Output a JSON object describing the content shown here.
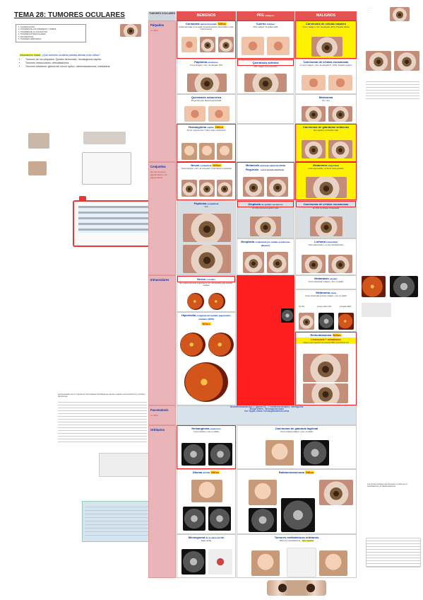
{
  "title": "TEMA 28: TUMORES OCULARES",
  "toc": [
    "1. CLASIFICACIÓN",
    "2. TUMORES DE LOS PÁRPADOS Y ÓRBITA",
    "3. TUMORES DE LA CONJUNTIVA",
    "4. TUMORES INTRAOCULARES",
    "5. FACOMATOSIS",
    "6. TUMORES ORBITARIOS"
  ],
  "intro": {
    "highlight": "Información Inicial:",
    "question": "¿Qué tumores oculares puedes afectar a los niños?",
    "bullets": [
      "Tumores de los párpados: Quistes dermoides, hemangioma capilar.",
      "Tumores intraoculares: retinoblastoma.",
      "Tumores orbitarios: glioma del nervio óptico, rabdomiosarcoma, metástasis."
    ]
  },
  "table": {
    "col0": "TUMORES OCULARES",
    "benign": "BENIGNOS",
    "pre": "PRE",
    "pre_sub": "malignos",
    "malign": "MALIGNOS"
  },
  "rows": {
    "parpados": {
      "label": "Párpados",
      "sub": "en niños"
    },
    "conjuntiva": {
      "label": "Conjuntiva",
      "sub": "(D) con tumores pigmentados y no pigmentados"
    },
    "intraoculares": {
      "label": "Intraoculares"
    },
    "facomatosis": {
      "label": "Facomatosis",
      "sub": "en niños"
    },
    "orbitarios": {
      "label": "Orbitarios"
    }
  },
  "cells": {
    "coristoma": {
      "title": "Coristoma",
      "sub": "quiste dermoide",
      "tag": "Niños",
      "text": "Quiste dermoide: en la región temporal superior de la órbita y el ojo más frecuente"
    },
    "cuerno": {
      "title": "Cuerno",
      "sub": "cutáneo",
      "text": "25% maligno: Ca epidermoide"
    },
    "basales": {
      "title": "Carcinoma de células basales",
      "text": "Tumor maligno + frec. de párpado (90%). Párpado inferior"
    },
    "papiloma_p": {
      "title": "Papiloma",
      "sub": "escamoso",
      "text": "Tumor benigno + frec. de párpado: VPH"
    },
    "queratosis": {
      "title": "Queratosis actínica",
      "text": "20% maligno (Ca escamoso)"
    },
    "escamosas_p": {
      "title": "Carcinoma de células escamosas",
      "text": "2º tumor maligno + frec. de párpado (5 - 10%). Párpado superior"
    },
    "seborreica": {
      "title": "Queratosis seborreica",
      "text": "Proyección piel, discreta pigmentada"
    },
    "melanoma_p": {
      "title": "Melanoma",
      "text": "1% + frec"
    },
    "hemangioma": {
      "title": "Hemangioma",
      "sub": "capilar",
      "tag": "Niños",
      "text": "Sin tto: regresa a los 7 años. Antes: propranolol"
    },
    "sebaceo": {
      "title": "Carcinoma de glándulas sebáceas",
      "text": "Muy agresivo, pronóstico malo"
    },
    "nevus_c": {
      "title": "Nevus",
      "sub": "conjuntival",
      "tag": "Niños",
      "text": "Tumor benigno + frec. de conjuntiva. Crecimiento en pubertad"
    },
    "melanosis": {
      "title": "Melanosis",
      "sub": "primaria adquirida (PAM)"
    },
    "melanoma_c": {
      "title": "Melanoma",
      "sub": "conjuntival",
      "text": "Limbo pigmentado, cerca de vasos grandes"
    },
    "pingueca": {
      "title": "Pinguécula",
      "text": "Lesión elevada amarillenta"
    },
    "papiloma_c": {
      "title": "Papiloma",
      "sub": "conjuntival",
      "text": "VPH"
    },
    "displasia": {
      "title": "Displasia",
      "sub": "de epitelio escamoso",
      "text": "En 30% carcinoma epidermoide"
    },
    "escamosas_c": {
      "title": "Carcinoma de células escamosas",
      "text": "En 30% con Bowen intraepitelial"
    },
    "neoplasia": {
      "title": "Neoplasia",
      "sub": "conjuntival por células escamosas (Bowen)"
    },
    "linfoma": {
      "title": "Linfoma",
      "sub": "conjuntival",
      "text": "Color asalmonado y no hay vascularización"
    },
    "nevus_i": {
      "title": "Nevus",
      "sub": "coroideo",
      "text": "En melanoma uveal, seguimiento con retinografías para detectar cambios"
    },
    "metastasis": {
      "title": "Metástasis",
      "sub": "uveales",
      "text": "Tumor intraocular maligno + frec. en adulto"
    },
    "melanoma_u": {
      "title": "Melanoma",
      "sub": "uveal",
      "text": "Tumor intraocular primario maligno + frec en adulto"
    },
    "iris": {
      "title": "Iris 5%"
    },
    "ciliar": {
      "title": "Cuerpo ciliar 12%"
    },
    "coroides": {
      "title": "Coroides 80%"
    },
    "hipertrofia": {
      "title": "Hipertrofia",
      "sub": "congénita del epitelio pigmentario retiniano (EPR)",
      "tag": "Niños"
    },
    "retinoblastoma": {
      "title": "Retinoblastoma",
      "tag": "Niños",
      "text": "Leucocoria + estrabismo",
      "text2": "Afecta a gen supresor de tumores RB1 (cromosoma 13)"
    },
    "facomatosis": {
      "text": "Neurofibromatosis tipo 1: glioma NO, 2: neurinoma acústico, meningioma",
      "text2": "Sturge-Weber: hemangioma facial",
      "text3": "Von Hippel-Lindau: hemangioblastoma retina"
    },
    "hemangioma_cav": {
      "title": "Hemangioma",
      "sub": "cavernoso",
      "text": "Tumor orbitario + frec en adulto"
    },
    "lacrimal": {
      "title": "Carcinoma de glándula lagrimal",
      "text": "Tumor orbitario maligno + frec. en adulto"
    },
    "glioma": {
      "title": "Glioma",
      "sub": "del NO",
      "tag": "Niños"
    },
    "rabdo": {
      "title": "Rabdomiosarcoma",
      "tag": "Niños"
    },
    "meningioma": {
      "title": "Meningioma",
      "sub": "de la vaina del NO",
      "text": "Mujer adulta"
    },
    "metastasis_orb": {
      "title": "Tumores metastásicos orbitarios",
      "text": "Niños con neuroblastoma",
      "text2": "Ojos mapache"
    }
  },
  "side_note": "Los tumores oculares más frecuentes en niños son el retinoblastoma y el rabdomiosarcoma.",
  "faco_note": "Las facomatosis son un conjunto de enfermedades hereditarias que afectan a tejidos neuroectodérmicos y producen hamartomas."
}
